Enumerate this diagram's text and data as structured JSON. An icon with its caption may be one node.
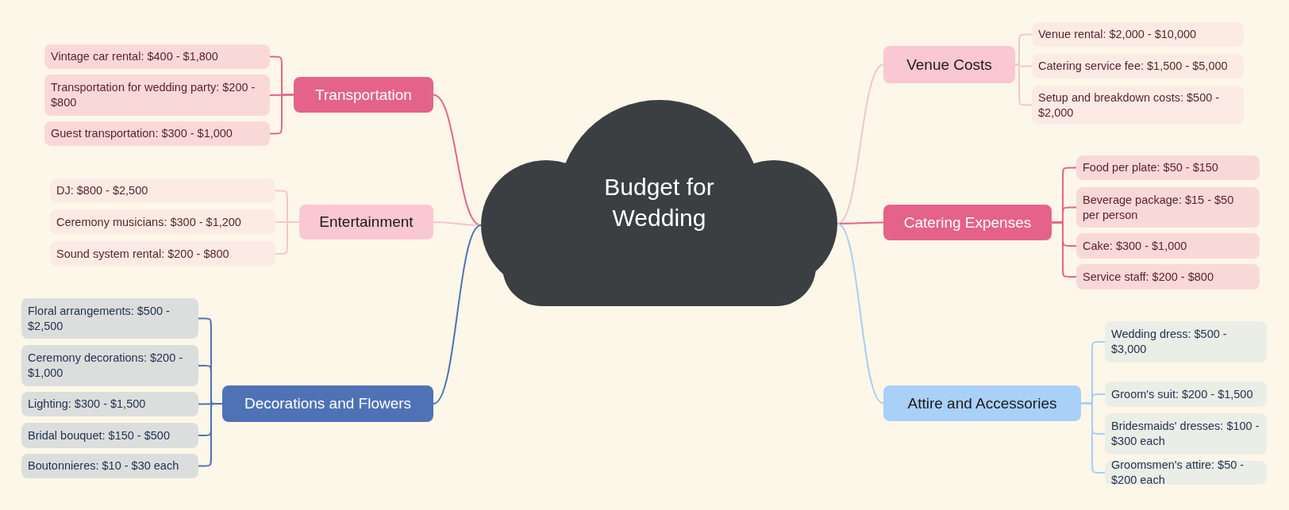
{
  "diagram": {
    "nodes": [
      {
        "text": [
          "Budget for Wedding"
        ]
      },
      {
        "text": [
          "Transportation"
        ]
      },
      {
        "text": [
          "Vintage car rental: $400 - $1,800"
        ]
      },
      {
        "text": [
          "Transportation for wedding party: $200 - $800"
        ]
      },
      {
        "text": [
          "Guest transportation: $300 - $1,000"
        ]
      },
      {
        "text": [
          "Entertainment"
        ]
      },
      {
        "text": [
          "DJ: $800 - $2,500"
        ]
      },
      {
        "text": [
          "Ceremony musicians: $300 - $1,200"
        ]
      },
      {
        "text": [
          "Sound system rental: $200 - $800"
        ]
      },
      {
        "text": [
          "Decorations and Flowers"
        ]
      },
      {
        "text": [
          "Floral arrangements: $500 - $2,500"
        ]
      },
      {
        "text": [
          "Ceremony decorations: $200 - $1,000"
        ]
      },
      {
        "text": [
          "Lighting: $300 - $1,500"
        ]
      },
      {
        "text": [
          "Bridal bouquet: $150 - $500"
        ]
      },
      {
        "text": [
          "Boutonnieres: $10 - $30 each"
        ]
      },
      {
        "text": [
          "Venue Costs"
        ]
      },
      {
        "text": [
          "Venue rental: $2,000 - $10,000"
        ]
      },
      {
        "text": [
          "Catering service fee: $1,500 - $5,000"
        ]
      },
      {
        "text": [
          "Setup and breakdown costs: $500 - $2,000"
        ]
      },
      {
        "text": [
          "Catering Expenses"
        ]
      },
      {
        "text": [
          "Food per plate: $50 - $150"
        ]
      },
      {
        "text": [
          "Beverage package: $15 - $50 per person"
        ]
      },
      {
        "text": [
          "Cake: $300 - $1,000"
        ]
      },
      {
        "text": [
          "Service staff: $200 - $800"
        ]
      },
      {
        "text": [
          "Attire and Accessories"
        ]
      },
      {
        "text": [
          "Wedding dress: $500 - $3,000"
        ]
      },
      {
        "text": [
          "Groom's suit: $200 - $1,500"
        ]
      },
      {
        "text": [
          "Bridesmaids' dresses: $100 - $300 each"
        ]
      },
      {
        "text": [
          "Groomsmen's attire: $50 - $200 each"
        ]
      }
    ],
    "edges": [
      {
        "from": 0,
        "to": 1,
        "arrow": "none"
      },
      {
        "from": 0,
        "to": 5,
        "arrow": "none",
        "color": "#f7c3cf"
      },
      {
        "from": 0,
        "to": 9,
        "arrow": "none",
        "color": "#4f72b6"
      },
      {
        "from": 0,
        "to": 15,
        "arrow": "none",
        "color": "#f7c3cf"
      },
      {
        "from": 0,
        "to": 19,
        "arrow": "none"
      },
      {
        "from": 0,
        "to": 24,
        "arrow": "none",
        "color": "#a9cff3"
      },
      {
        "from": 1,
        "to": 2,
        "arrow": "none"
      },
      {
        "from": 1,
        "to": 3,
        "arrow": "none"
      },
      {
        "from": 1,
        "to": 4,
        "arrow": "none"
      },
      {
        "from": 5,
        "to": 6,
        "arrow": "none",
        "color": "#f7c3cf"
      },
      {
        "from": 5,
        "to": 7,
        "arrow": "none",
        "color": "#f7c3cf"
      },
      {
        "from": 5,
        "to": 8,
        "arrow": "none",
        "color": "#f7c3cf"
      },
      {
        "from": 9,
        "to": 10,
        "arrow": "none",
        "color": "#4f72b6"
      },
      {
        "from": 9,
        "to": 11,
        "arrow": "none",
        "color": "#4f72b6"
      },
      {
        "from": 9,
        "to": 12,
        "arrow": "none",
        "color": "#4f72b6"
      },
      {
        "from": 9,
        "to": 13,
        "arrow": "none",
        "color": "#4f72b6"
      },
      {
        "from": 9,
        "to": 14,
        "arrow": "none",
        "color": "#4f72b6"
      },
      {
        "from": 15,
        "to": 16,
        "arrow": "none",
        "color": "#f7c3cf"
      },
      {
        "from": 15,
        "to": 17,
        "arrow": "none",
        "color": "#f7c3cf"
      },
      {
        "from": 15,
        "to": 18,
        "arrow": "none",
        "color": "#f7c3cf"
      },
      {
        "from": 19,
        "to": 20,
        "arrow": "none"
      },
      {
        "from": 19,
        "to": 21,
        "arrow": "none"
      },
      {
        "from": 19,
        "to": 22,
        "arrow": "none"
      },
      {
        "from": 19,
        "to": 23,
        "arrow": "none"
      },
      {
        "from": 24,
        "to": 25,
        "arrow": "none",
        "color": "#a9cff3"
      },
      {
        "from": 24,
        "to": 26,
        "arrow": "none",
        "color": "#a9cff3"
      },
      {
        "from": 24,
        "to": 27,
        "arrow": "none",
        "color": "#a9cff3"
      },
      {
        "from": 24,
        "to": 28,
        "arrow": "none",
        "color": "#a9cff3"
      }
    ]
  }
}
